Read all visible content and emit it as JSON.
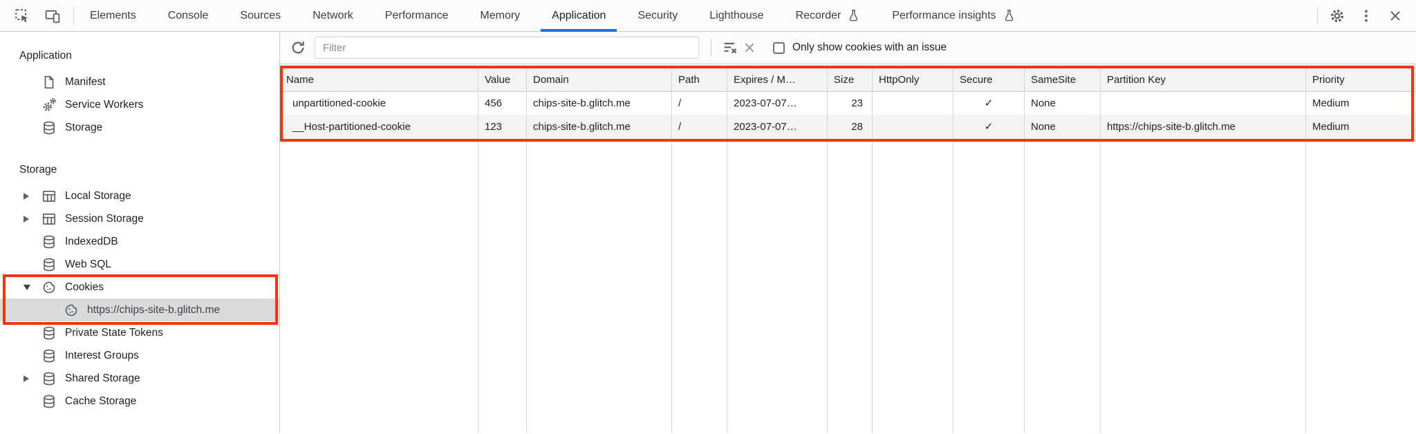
{
  "colors": {
    "accent_blue": "#1a73e8",
    "highlight_red": "#f8330a",
    "row_stripe": "#f1f3f4",
    "header_bg": "#f1f3f4",
    "selection_gray": "#d9dadc"
  },
  "tabbar": {
    "tabs": [
      {
        "label": "Elements"
      },
      {
        "label": "Console"
      },
      {
        "label": "Sources"
      },
      {
        "label": "Network"
      },
      {
        "label": "Performance"
      },
      {
        "label": "Memory"
      },
      {
        "label": "Application"
      },
      {
        "label": "Security"
      },
      {
        "label": "Lighthouse"
      },
      {
        "label": "Recorder"
      },
      {
        "label": "Performance insights"
      }
    ],
    "active_tab": "Application"
  },
  "toolbar": {
    "filter_placeholder": "Filter",
    "filter_value": "",
    "checkbox_label": "Only show cookies with an issue",
    "checkbox_checked": false
  },
  "sidebar": {
    "application_header": "Application",
    "application_items": [
      {
        "label": "Manifest"
      },
      {
        "label": "Service Workers"
      },
      {
        "label": "Storage"
      }
    ],
    "storage_header": "Storage",
    "storage_items": [
      {
        "label": "Local Storage"
      },
      {
        "label": "Session Storage"
      },
      {
        "label": "IndexedDB"
      },
      {
        "label": "Web SQL"
      },
      {
        "label": "Cookies"
      },
      {
        "label": "https://chips-site-b.glitch.me"
      },
      {
        "label": "Private State Tokens"
      },
      {
        "label": "Interest Groups"
      },
      {
        "label": "Shared Storage"
      },
      {
        "label": "Cache Storage"
      }
    ],
    "selected_item": "https://chips-site-b.glitch.me"
  },
  "cookies_table": {
    "columns": [
      "Name",
      "Value",
      "Domain",
      "Path",
      "Expires / M…",
      "Size",
      "HttpOnly",
      "Secure",
      "SameSite",
      "Partition Key",
      "Priority"
    ],
    "rows": [
      {
        "name": "unpartitioned-cookie",
        "value": "456",
        "domain": "chips-site-b.glitch.me",
        "path": "/",
        "expires": "2023-07-07…",
        "size": "23",
        "http_only": "",
        "secure": "✓",
        "same_site": "None",
        "partition_key": "",
        "priority": "Medium"
      },
      {
        "name": "__Host-partitioned-cookie",
        "value": "123",
        "domain": "chips-site-b.glitch.me",
        "path": "/",
        "expires": "2023-07-07…",
        "size": "28",
        "http_only": "",
        "secure": "✓",
        "same_site": "None",
        "partition_key": "https://chips-site-b.glitch.me",
        "priority": "Medium"
      }
    ]
  }
}
